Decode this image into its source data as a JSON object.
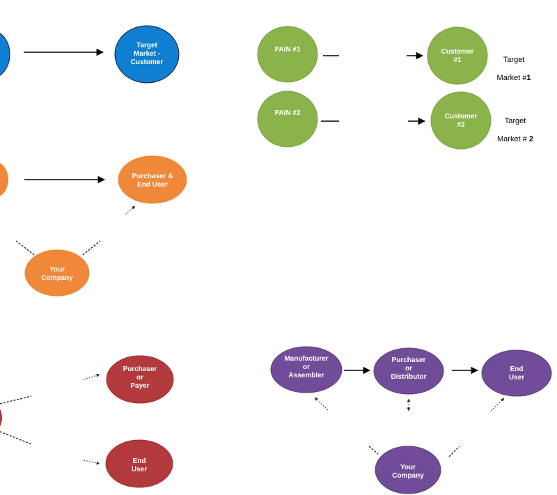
{
  "colors": {
    "blue": "#0E7FD1",
    "green": "#8AB44B",
    "orange": "#F0883A",
    "red": "#B2393C",
    "purple": "#714C98"
  },
  "nodes": {
    "target_market_customer": "Target\nMarket -\nCustomer",
    "pain_1": "PAIN #1",
    "pain_2": "PAIN #2",
    "customer_1": "Customer\n#1",
    "customer_2": "Customer\n#2",
    "purchaser_end_user": "Purchaser &\nEnd User",
    "your_company_orange": "Your\nCompany",
    "purchaser_or_payer": "Purchaser\nor\nPayer",
    "end_user_red": "End\nUser",
    "manufacturer_or_assembler": "Manufacturer\nor\nAssembler",
    "purchaser_or_distributor": "Purchaser\nor\nDistributor",
    "end_user_purple": "End\nUser",
    "your_company_purple": "Your\nCompany"
  },
  "side_labels": {
    "target_market_1": {
      "line1": "Target",
      "prefix": "Market #",
      "number": "1"
    },
    "target_market_2": {
      "line1": "Target",
      "prefix": "Market # ",
      "number": "2"
    }
  }
}
